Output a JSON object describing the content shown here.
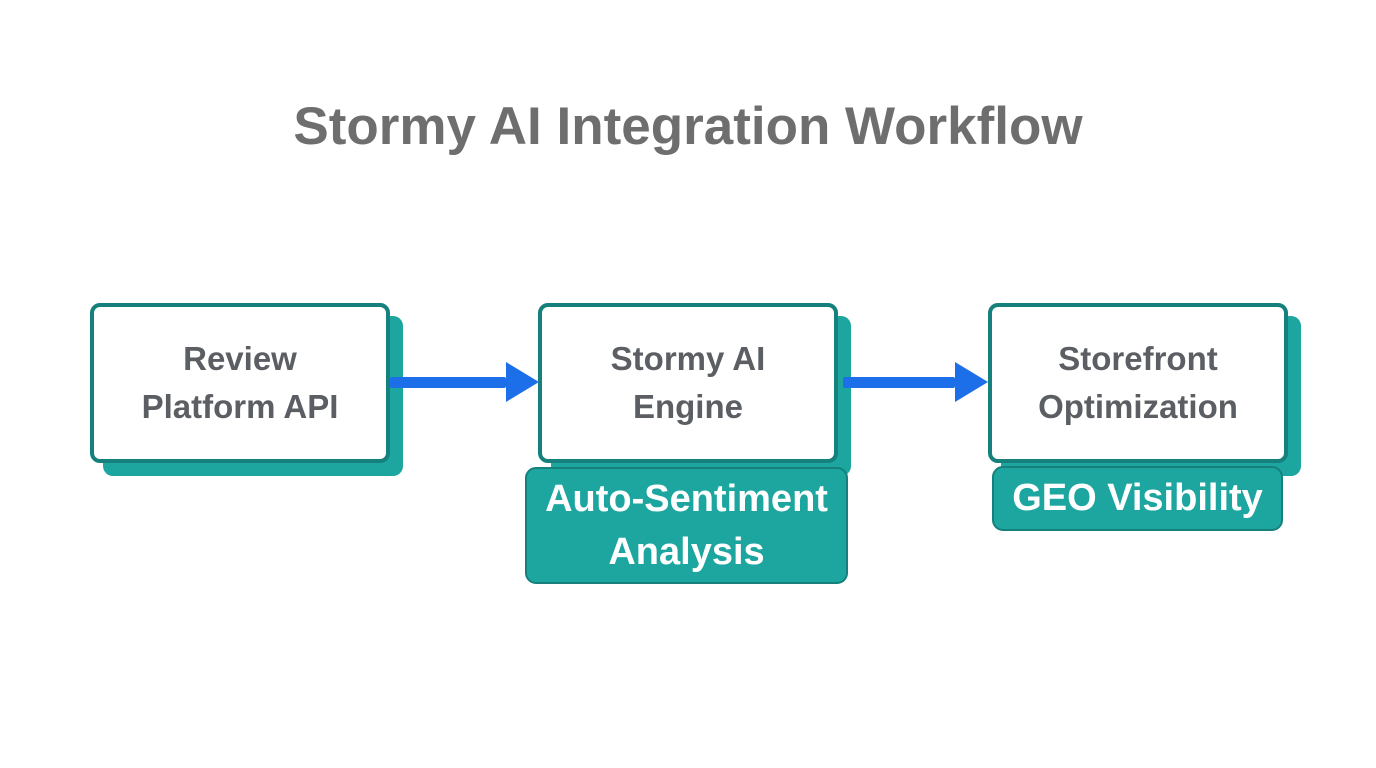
{
  "title": "Stormy AI Integration Workflow",
  "nodes": [
    {
      "id": "review-platform-api",
      "line1": "Review",
      "line2": "Platform API"
    },
    {
      "id": "stormy-ai-engine",
      "line1": "Stormy AI",
      "line2": "Engine",
      "badge_line1": "Auto-Sentiment",
      "badge_line2": "Analysis"
    },
    {
      "id": "storefront-optimization",
      "line1": "Storefront",
      "line2": "Optimization",
      "badge_line1": "GEO Visibility"
    }
  ],
  "connectors": [
    {
      "id": "arrow-1",
      "from": "review-platform-api",
      "to": "stormy-ai-engine"
    },
    {
      "id": "arrow-2",
      "from": "stormy-ai-engine",
      "to": "storefront-optimization"
    }
  ],
  "colors": {
    "background": "#ffffff",
    "title_text": "#6e6e6e",
    "node_text": "#5b5f63",
    "node_border_teal": "#16807c",
    "teal_fill": "#1ca69f",
    "badge_text": "#ffffff",
    "arrow_blue": "#1c6fe8"
  }
}
